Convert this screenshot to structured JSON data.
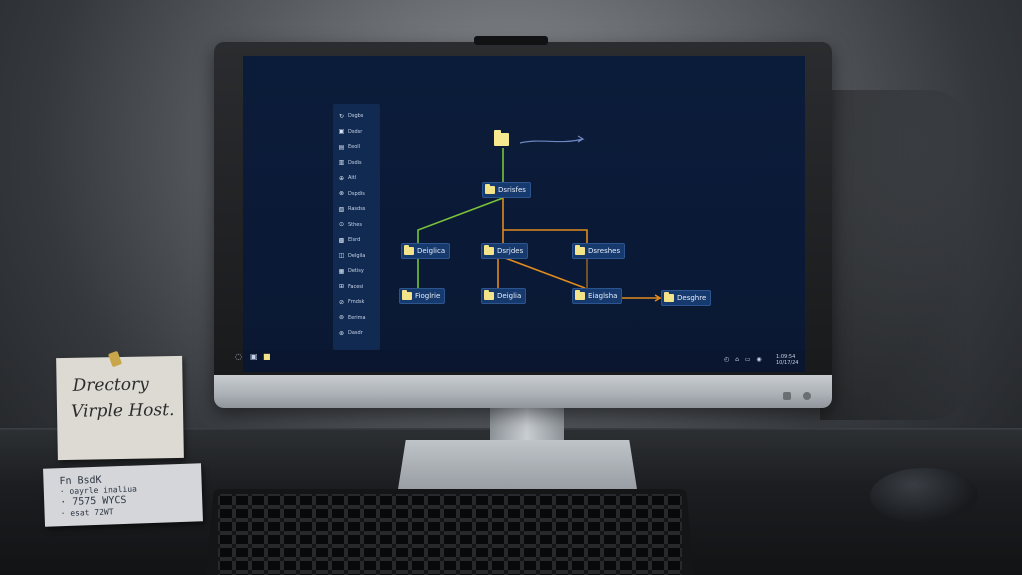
{
  "sidebar": {
    "items": [
      {
        "icon": "↻",
        "label": "Dsgbs"
      },
      {
        "icon": "▣",
        "label": "Dsdsr"
      },
      {
        "icon": "▤",
        "label": "Eeoll"
      },
      {
        "icon": "▥",
        "label": "Dsdis"
      },
      {
        "icon": "⊕",
        "label": "Aitl"
      },
      {
        "icon": "⊗",
        "label": "Dspdis"
      },
      {
        "icon": "▧",
        "label": "Rasdss"
      },
      {
        "icon": "⊙",
        "label": "Sthes"
      },
      {
        "icon": "▩",
        "label": "Elsrd"
      },
      {
        "icon": "◫",
        "label": "Delgila"
      },
      {
        "icon": "▦",
        "label": "Detisy"
      },
      {
        "icon": "⊞",
        "label": "Facesi"
      },
      {
        "icon": "⊘",
        "label": "Fmdsk"
      },
      {
        "icon": "⊚",
        "label": "Eerima"
      },
      {
        "icon": "⊛",
        "label": "Dasdr"
      }
    ]
  },
  "tree": {
    "level1": "Dsrisfes",
    "level2": [
      "Deiglica",
      "Dsrjdes",
      "Dsreshes"
    ],
    "level3": [
      "Fioglrie",
      "Deiglia",
      "Eiaglsha",
      "Desghre"
    ]
  },
  "taskbar": {
    "clock_line1": "1:09:54",
    "clock_line2": "10/17/24"
  },
  "notes": {
    "note1_line1": "Drectory",
    "note1_line2": "Virple Host.",
    "note2_lines": [
      "Fn BsdK",
      "· oayrle inaliua",
      "· 7575 WYCS",
      "· esat 72WT"
    ]
  },
  "colors": {
    "screen_bg": "#0b1c3a",
    "node_bg": "#173a6e",
    "folder": "#f3e48a",
    "line_green": "#79c23a",
    "line_orange": "#e08a1e"
  }
}
